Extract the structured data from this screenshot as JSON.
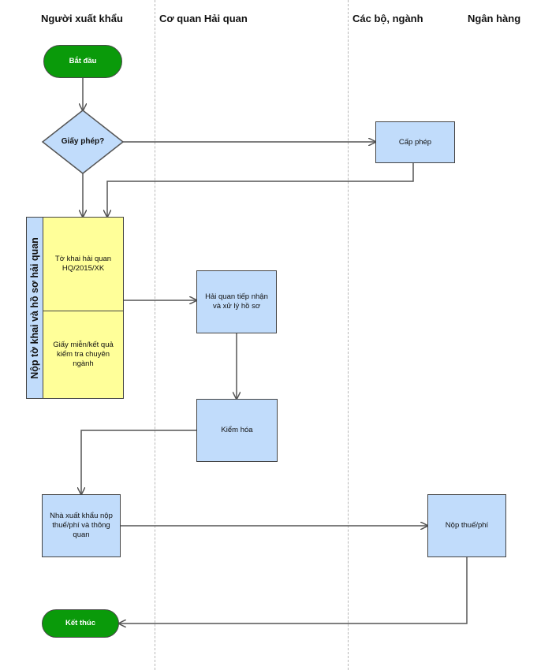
{
  "lanes": [
    {
      "id": "exporter",
      "label": "Người xuất khẩu"
    },
    {
      "id": "customs",
      "label": "Cơ quan Hải quan"
    },
    {
      "id": "ministries",
      "label": "Các bộ, ngành"
    },
    {
      "id": "bank",
      "label": "Ngân hàng"
    }
  ],
  "nodes": {
    "start": "Bắt đầu",
    "permit_decision": "Giấy phép?",
    "issue_permit": "Cấp phép",
    "submit_group_title": "Nộp tờ khai và hồ sơ hải quan",
    "customs_declaration": "Tờ khai hải quan HQ/2015/XK",
    "exemption_certificate": "Giấy miễn/kết quả kiểm tra chuyên ngành",
    "customs_receive": "Hải quan tiếp nhận và xử lý hồ sơ",
    "inspection": "Kiểm hóa",
    "exporter_pay": "Nhà xuất khẩu nộp thuế/phí và thông quan",
    "bank_pay": "Nộp thuế/phí",
    "end": "Kết thúc"
  },
  "colors": {
    "terminal": "#0a9a0a",
    "process": "#c1dcfb",
    "document": "#ffff99",
    "connector": "#555555"
  }
}
